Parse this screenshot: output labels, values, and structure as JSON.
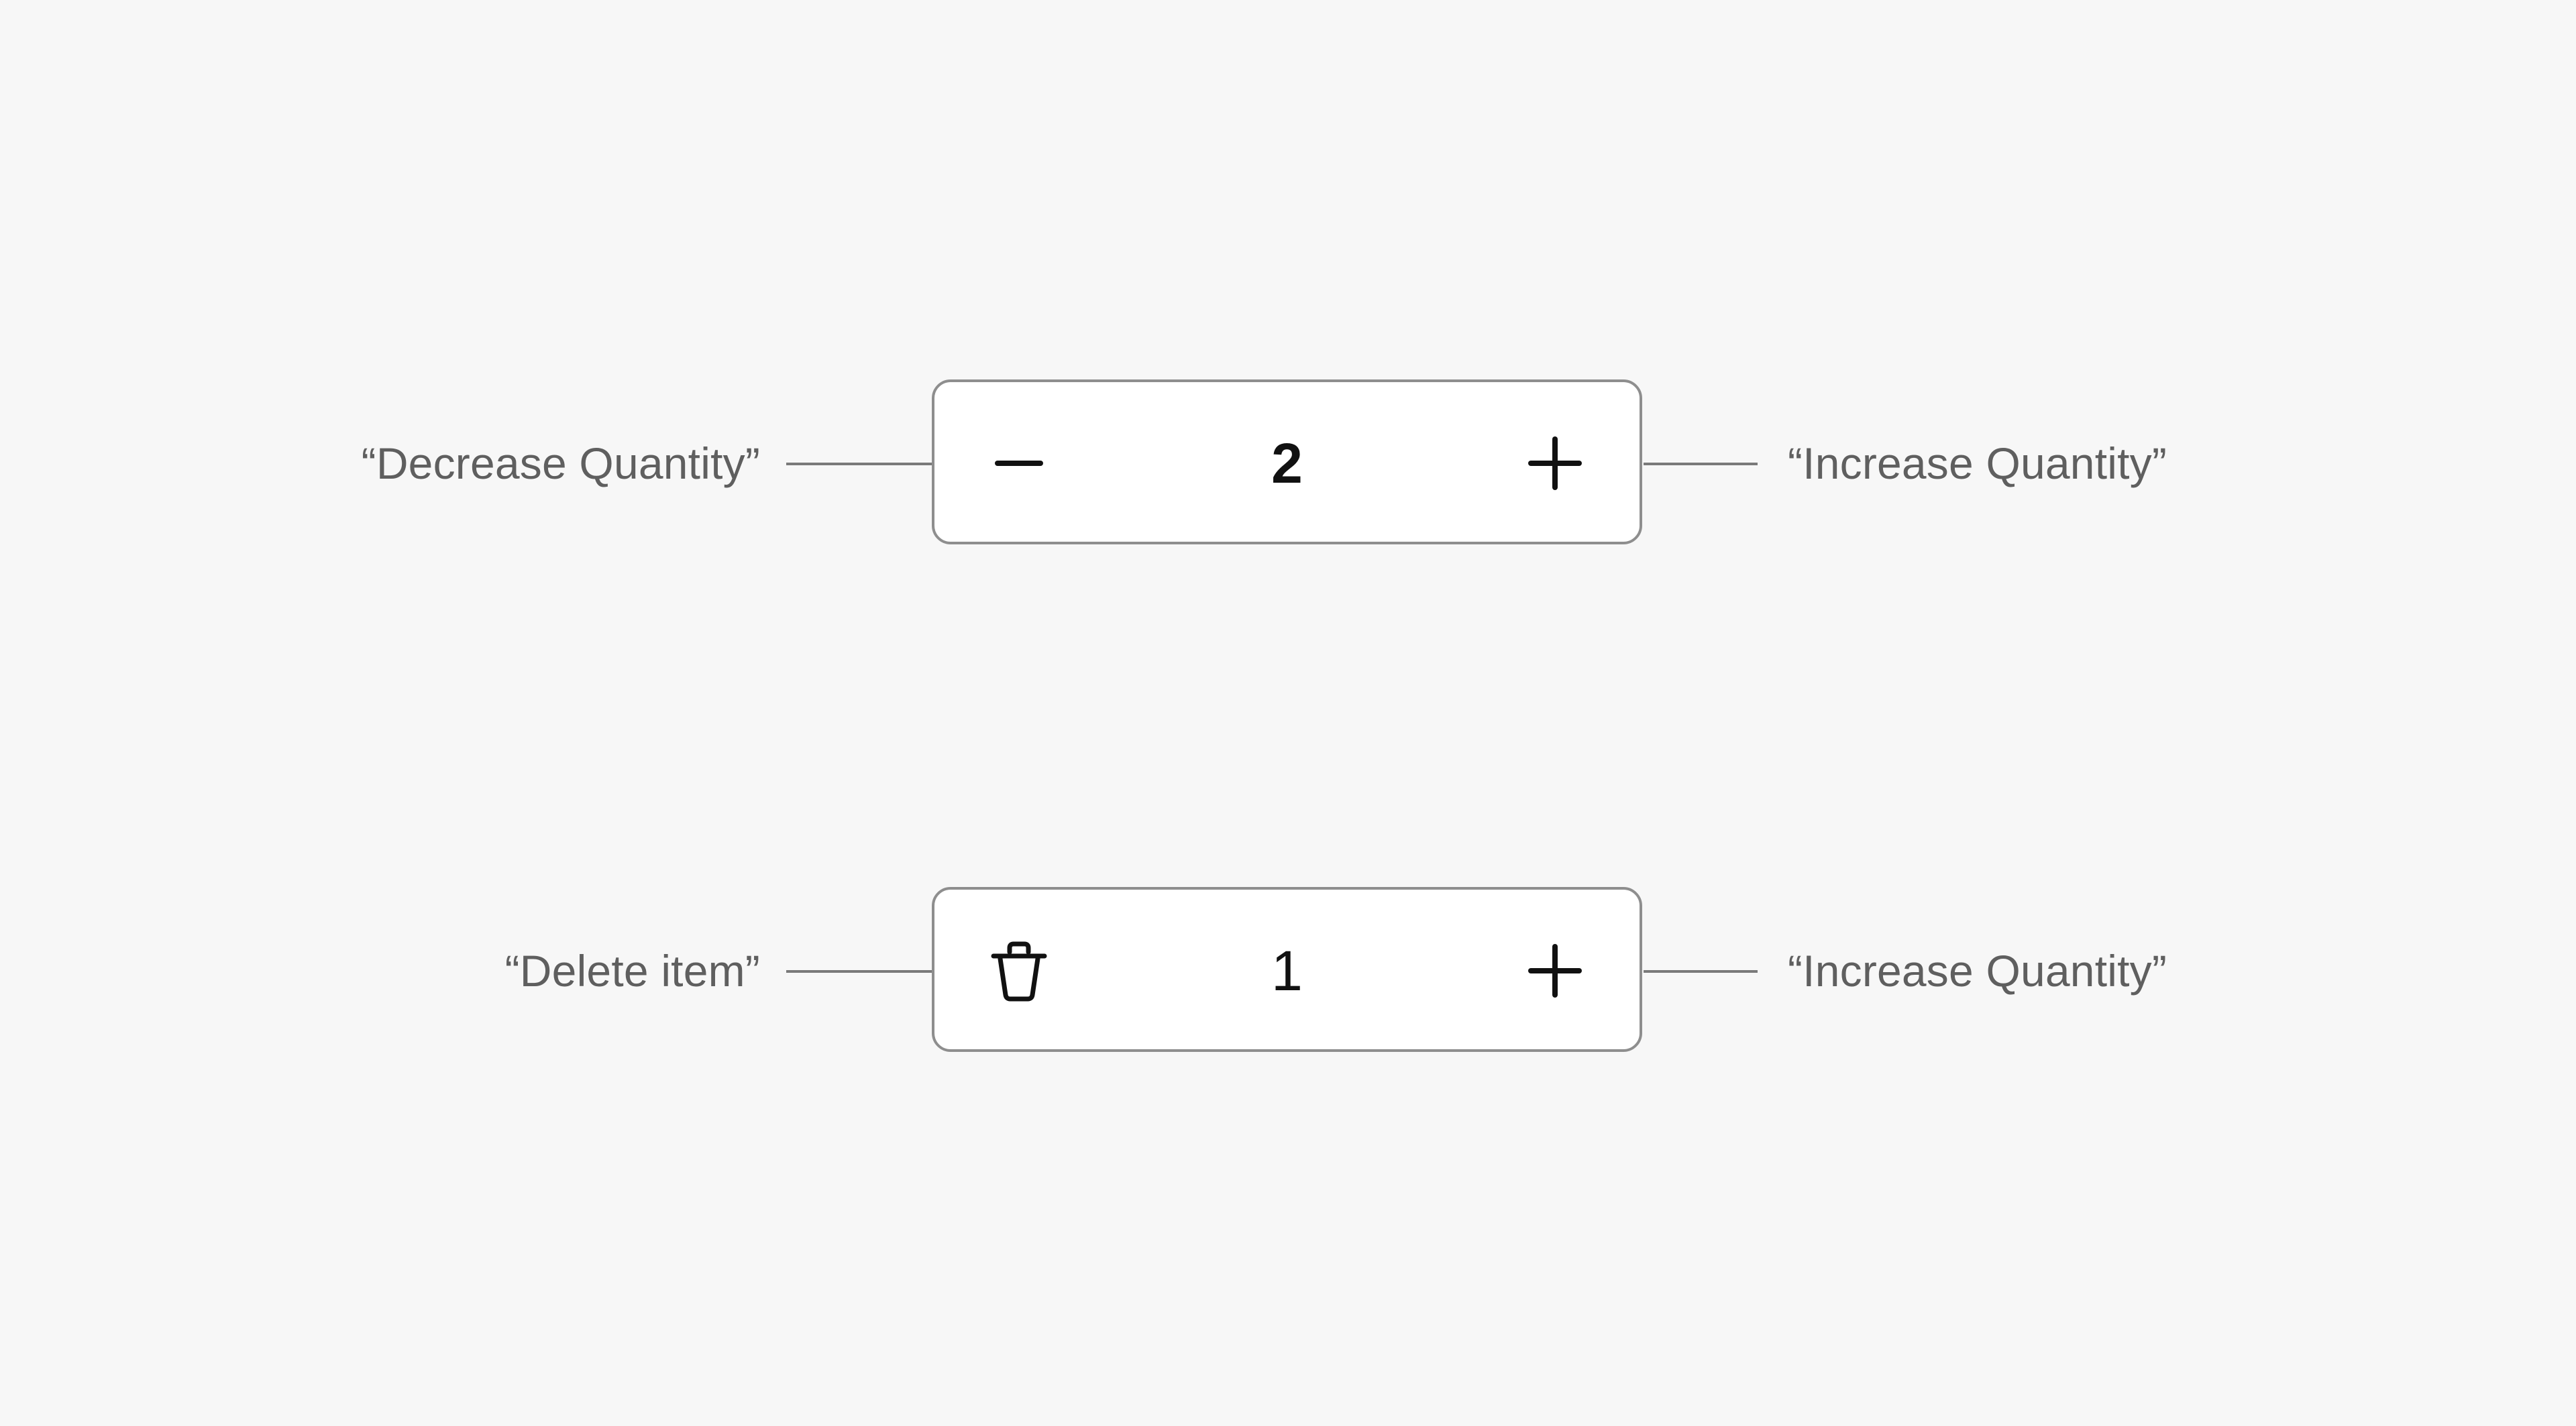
{
  "colors": {
    "background": "#f7f7f7",
    "stepper_fill": "#ffffff",
    "stepper_border": "#8e8e8e",
    "label_text": "#5f5f5f",
    "leader_line": "#7a7a7a",
    "icon": "#111111"
  },
  "steppers": [
    {
      "left_callout": "“Decrease Quantity”",
      "left_icon": "minus-icon",
      "value": "2",
      "right_icon": "plus-icon",
      "right_callout": "“Increase Quantity”"
    },
    {
      "left_callout": "“Delete item”",
      "left_icon": "trash-icon",
      "value": "1",
      "right_icon": "plus-icon",
      "right_callout": "“Increase Quantity”"
    }
  ]
}
